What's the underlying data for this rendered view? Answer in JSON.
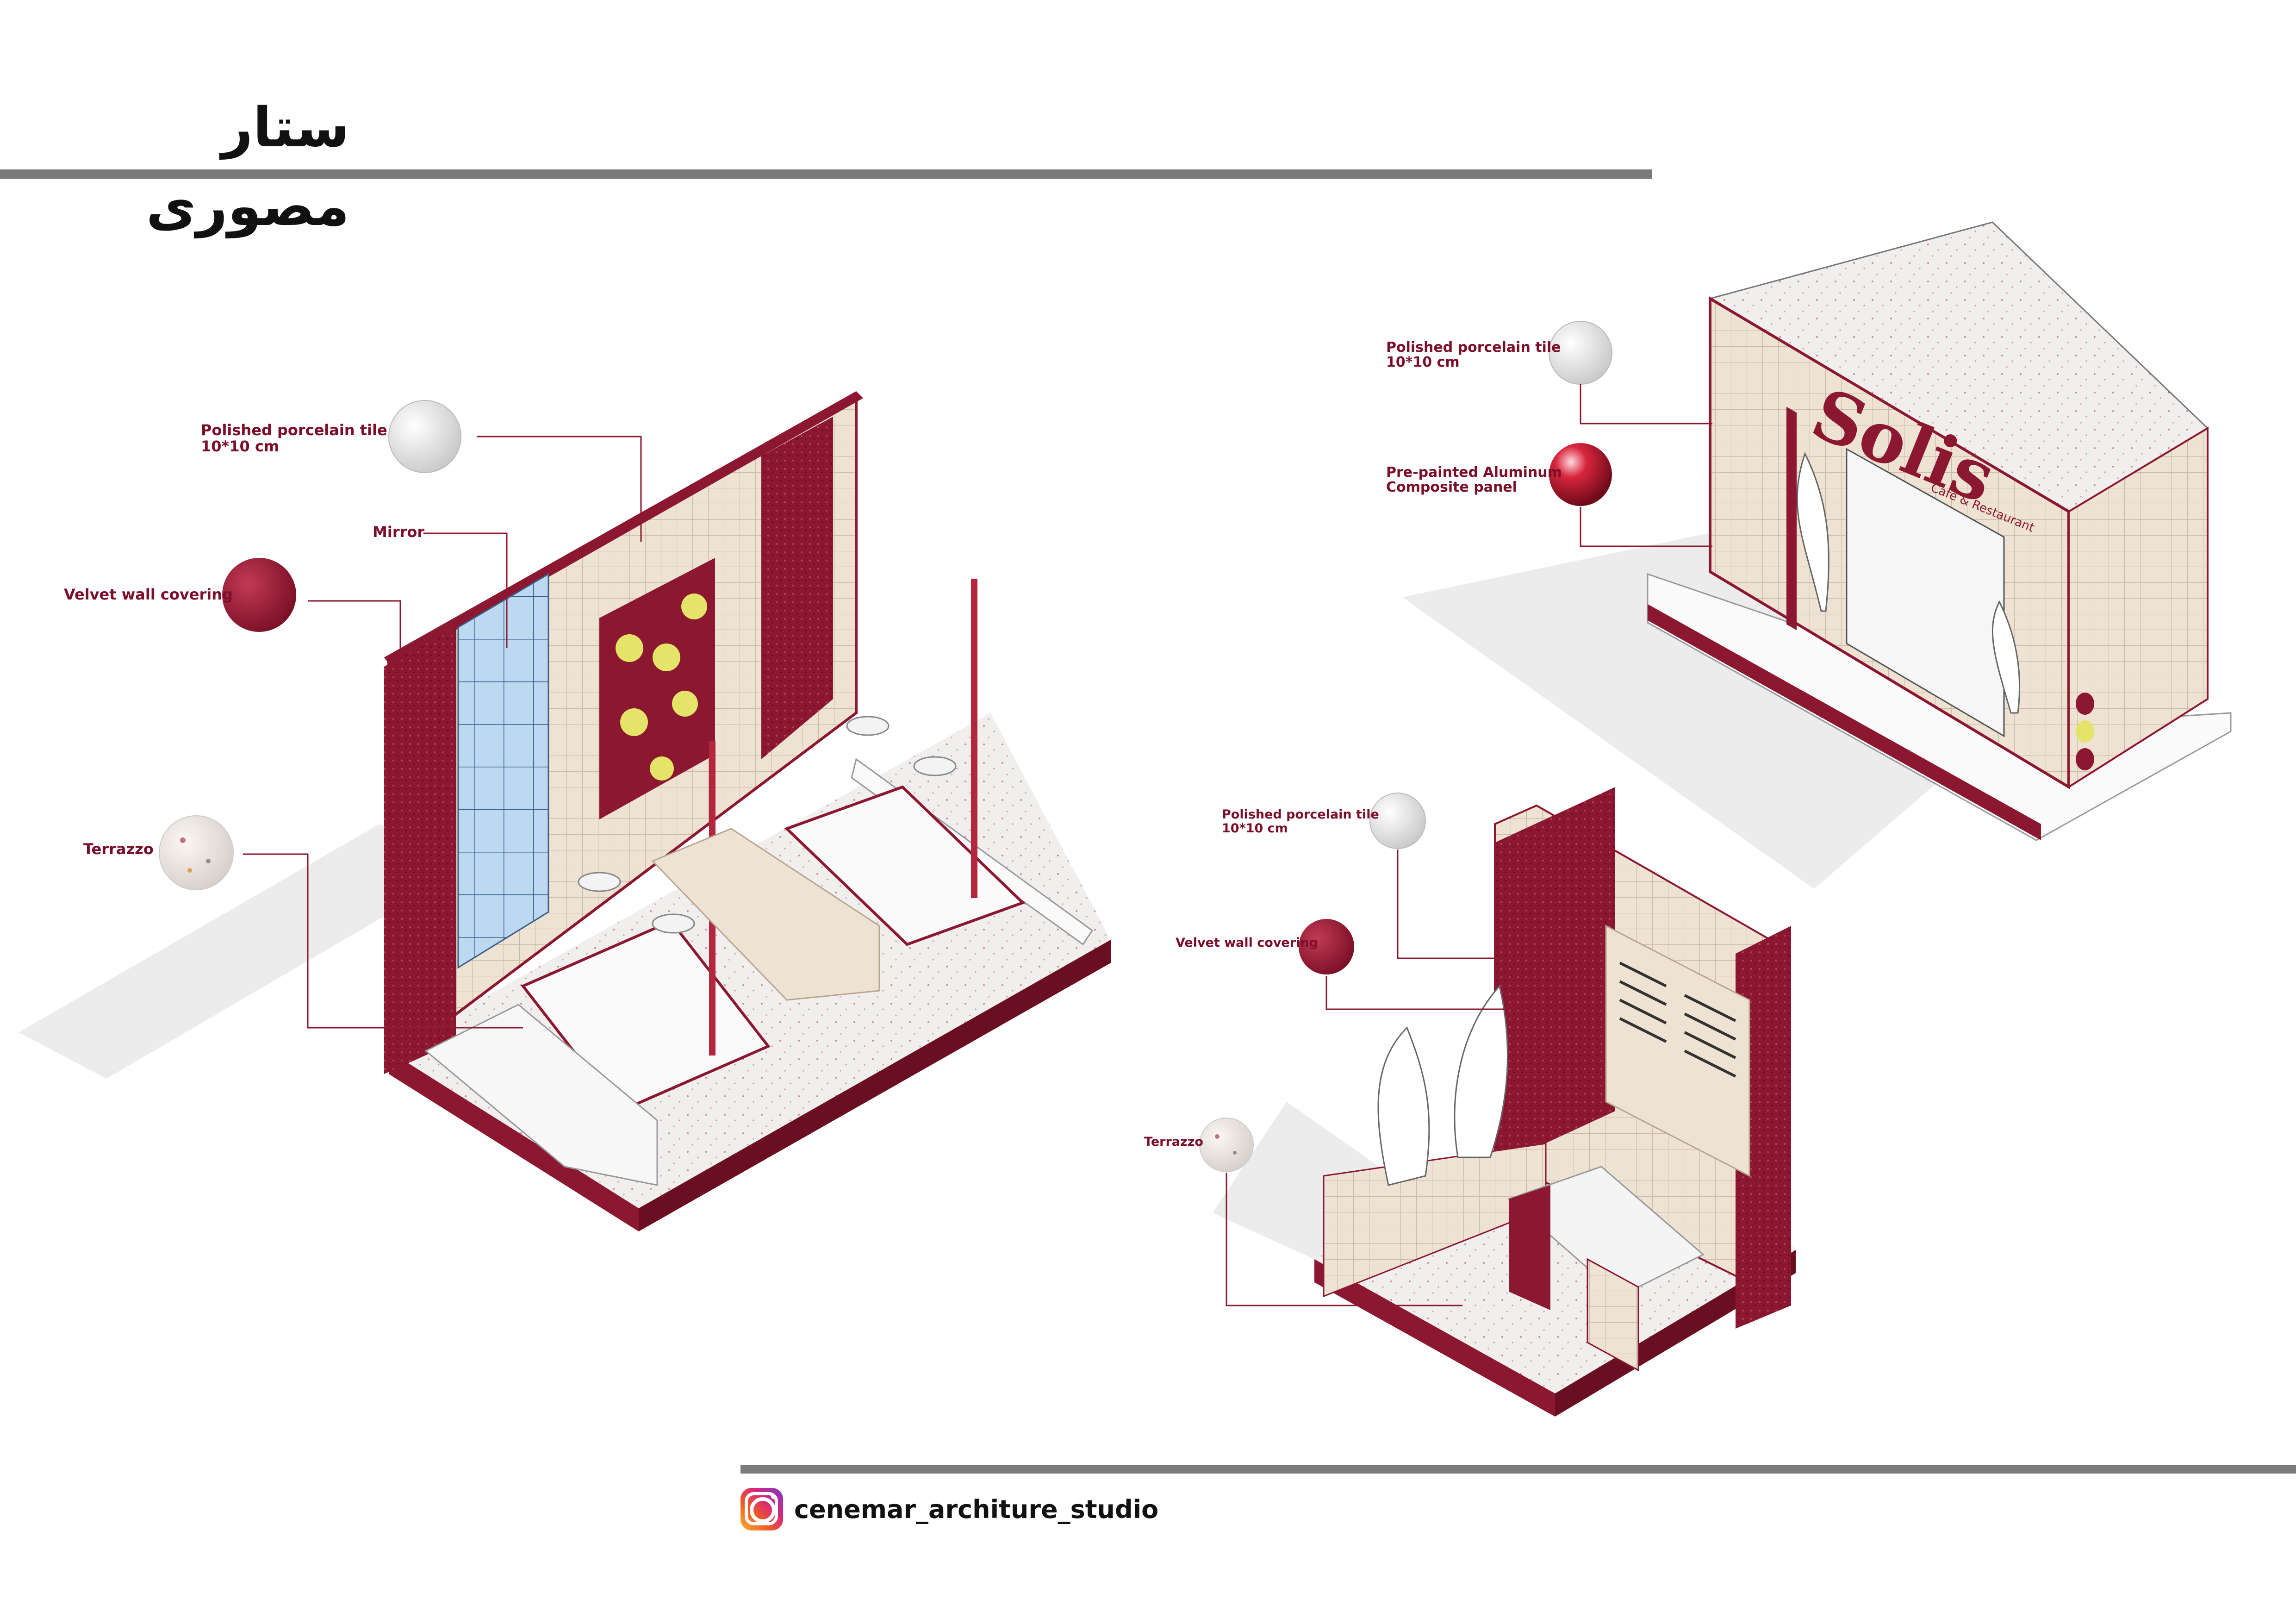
{
  "header": {
    "title": "ستار مصوری"
  },
  "views": [
    {
      "name": "booth-view",
      "materials": [
        {
          "label_lines": [
            "Polished porcelain tile",
            "10*10 cm"
          ],
          "swatch": "porcelain"
        },
        {
          "label_lines": [
            "Mirror"
          ],
          "swatch": "none"
        },
        {
          "label_lines": [
            "Velvet wall covering"
          ],
          "swatch": "velvet"
        },
        {
          "label_lines": [
            "Terrazzo"
          ],
          "swatch": "terrazzo"
        }
      ]
    },
    {
      "name": "facade-view",
      "brand": {
        "name": "Solis",
        "tagline": "Cafe & Restaurant"
      },
      "materials": [
        {
          "label_lines": [
            "Polished porcelain tile",
            "10*10 cm"
          ],
          "swatch": "porcelain"
        },
        {
          "label_lines": [
            "Pre-painted Aluminum",
            "Composite panel"
          ],
          "swatch": "aluminum"
        }
      ]
    },
    {
      "name": "counter-view",
      "materials": [
        {
          "label_lines": [
            "Polished porcelain tile",
            "10*10 cm"
          ],
          "swatch": "porcelain"
        },
        {
          "label_lines": [
            "Velvet wall covering"
          ],
          "swatch": "velvet"
        },
        {
          "label_lines": [
            "Terrazzo"
          ],
          "swatch": "terrazzo"
        }
      ]
    }
  ],
  "footer": {
    "icon": "instagram-icon",
    "handle": "cenemar_architure_studio"
  },
  "colors": {
    "brand_red": "#8b1730",
    "label_red": "#7b0f2a",
    "tile_beige": "#eee2d2",
    "mirror_blue": "#bcd9f1",
    "accent_yellow": "#e3e468",
    "rule_gray": "#7a7a7a",
    "shadow_gray": "#e9e9e9"
  }
}
